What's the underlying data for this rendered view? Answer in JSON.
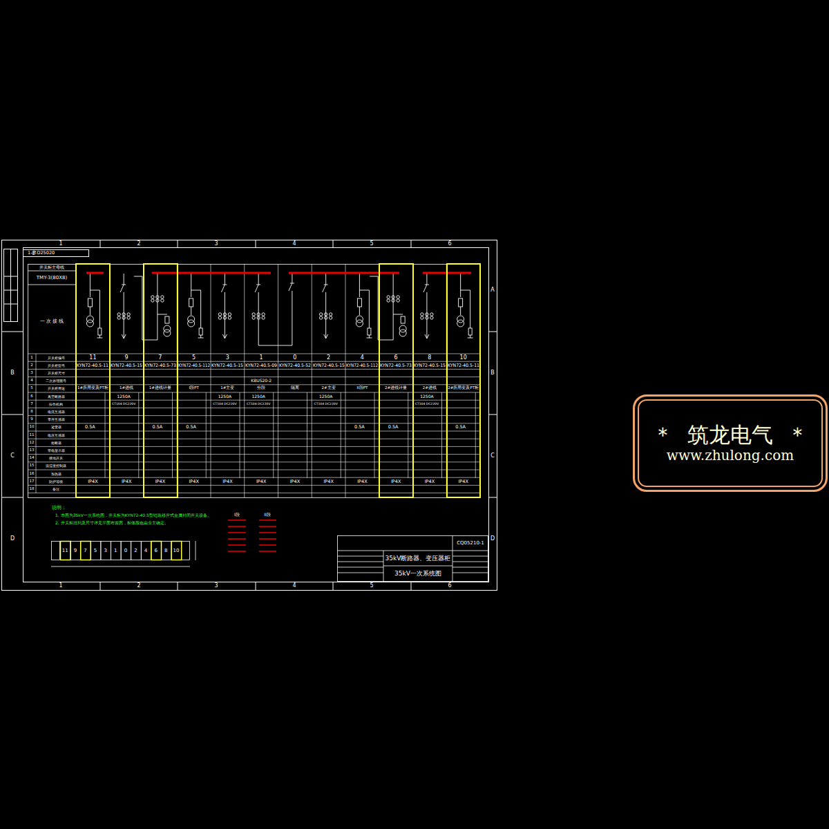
{
  "diagram": {
    "nodes": [
      {
        "text": [
          "＊  筑龙电气  ＊",
          "www.zhulong.com"
        ]
      }
    ],
    "labels": [
      "1",
      "2",
      "3",
      "4",
      "5",
      "6",
      "1",
      "2",
      "3",
      "4",
      "5",
      "6",
      "A",
      "B",
      "C",
      "D",
      "B",
      "C",
      "D",
      "11",
      "9",
      "7",
      "5",
      "3",
      "1",
      "0",
      "2",
      "4",
      "6",
      "8",
      "10",
      "KYN72-40.5-11",
      "KYN72-40.5-15",
      "KYN72-40.5-73",
      "KYN72-40.5-112",
      "KYN72-40.5-15",
      "KYN72-40.5-09",
      "KYN72-40.5-52",
      "KYN72-40.5-15",
      "KYN72-40.5-112",
      "KYN72-40.5-73",
      "KYN72-40.5-15",
      "KYN72-40.5-11",
      "1#所用变及PT柜",
      "1#进线",
      "1#进线计量",
      "I段PT",
      "1#主变",
      "分段",
      "隔离",
      "2#主变",
      "II段PT",
      "2#进线计量",
      "2#进线",
      "2#所用变及PT柜",
      "IP4X",
      "IP4X",
      "IP4X",
      "IP4X",
      "IP4X",
      "IP4X",
      "IP4X",
      "IP4X",
      "IP4X",
      "IP4X",
      "IP4X",
      "IP4X",
      "1",
      "2",
      "3",
      "4",
      "5",
      "6",
      "7",
      "8",
      "9",
      "10",
      "11",
      "12",
      "13",
      "14",
      "15",
      "16",
      "17",
      "18",
      "开关柜编号",
      "开关柜型号",
      "开关柜尺寸",
      "二次原理图号",
      "开关柜用途",
      "真空断路器",
      "操作机构",
      "电流互感器",
      "零序互感器",
      "避雷器",
      "电压互感器",
      "熔断器",
      "带电显示器",
      "接地开关",
      "温湿度控制器",
      "加热器",
      "防护等级",
      "备注",
      "1-参D25020",
      "开关柜主母线",
      "TMY-3(80X8)",
      "一 次 接 线",
      "KBUS20-2",
      "1250A",
      "1250A",
      "1250A",
      "1250A",
      "1250A",
      "CT104 DC220V",
      "CT104 DC220V",
      "CT104 DC220V",
      "CT104 DC220V",
      "CT104 DC220V",
      "0.5A",
      "0.5A",
      "0.5A",
      "0.5A",
      "0.5A",
      "0.5A",
      "说明：",
      "1. 本图为35kV一次系统图，开关柜为KYN72-40.5型铠装移开式金属封闭开关设备。",
      "2. 开关柜排列及尺寸详见平面布置图，柜体颜色由业主确定。",
      "I段",
      "II段",
      "35kV断路器、变压器柜",
      "35kV一次系统图",
      "CQ05210-1",
      "11",
      "9",
      "7",
      "5",
      "3",
      "1",
      "0",
      "2",
      "4",
      "6",
      "8",
      "10"
    ]
  }
}
